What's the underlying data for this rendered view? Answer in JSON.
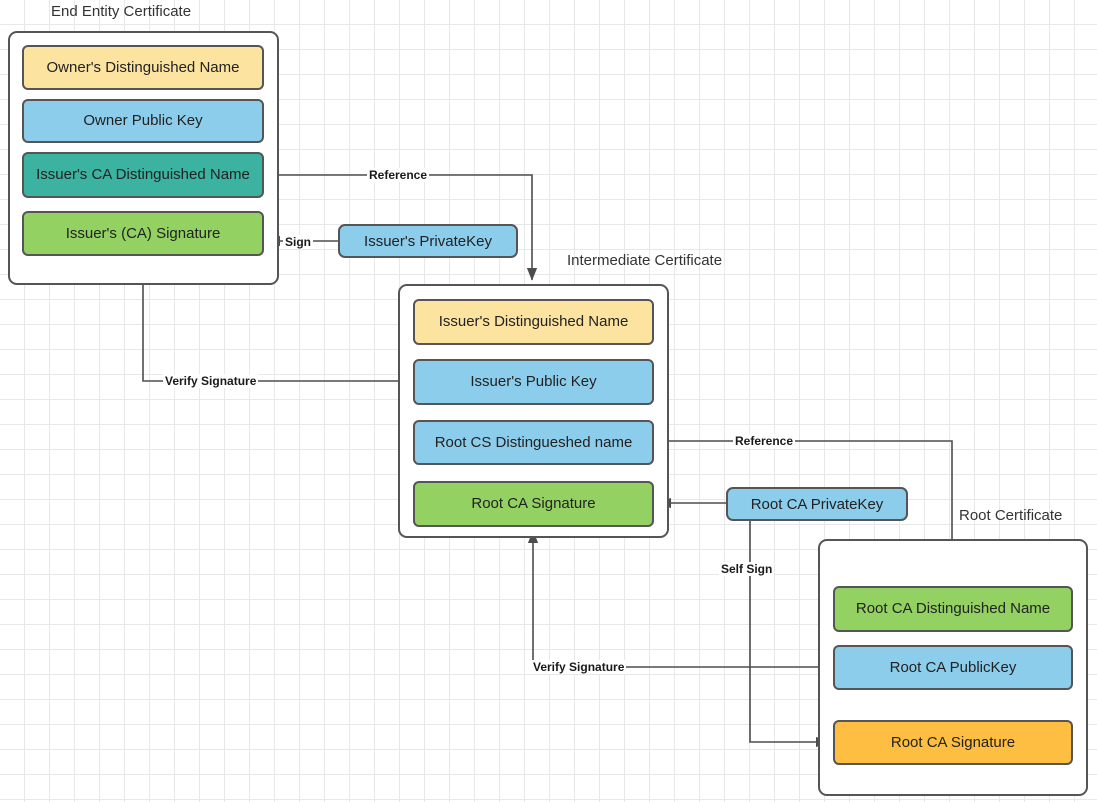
{
  "diagram": {
    "title_end_entity": "End Entity Certificate",
    "title_intermediate": "Intermediate Certificate",
    "title_root": "Root Certificate",
    "colors": {
      "yellow": "#FCE3A0",
      "blue": "#8CCDEC",
      "teal": "#3CB2A0",
      "green": "#92D162",
      "orange": "#FDBE42",
      "stroke": "#555555",
      "text": "#222222",
      "grid_minor": "#e8e8e8",
      "grid_major": "#cfcfcf"
    }
  },
  "end_entity_certificate": {
    "label": "End Entity Certificate",
    "fields": [
      {
        "text": "Owner's Distinguished Name",
        "color": "#FCE3A0"
      },
      {
        "text": "Owner Public  Key",
        "color": "#8CCDEC"
      },
      {
        "text": "Issuer's CA Distinguished Name",
        "color": "#3CB2A0"
      },
      {
        "text": "Issuer's (CA) Signature",
        "color": "#92D162"
      }
    ]
  },
  "intermediate_certificate": {
    "label": "Intermediate Certificate",
    "fields": [
      {
        "text": "Issuer's Distinguished Name",
        "color": "#FCE3A0"
      },
      {
        "text": "Issuer's Public  Key",
        "color": "#8CCDEC"
      },
      {
        "text": "Root CS Distingueshed name",
        "color": "#8CCDEC"
      },
      {
        "text": "Root CA Signature",
        "color": "#92D162"
      }
    ]
  },
  "root_certificate": {
    "label": "Root Certificate",
    "fields": [
      {
        "text": "Root CA Distinguished Name",
        "color": "#92D162"
      },
      {
        "text": "Root CA PublicKey",
        "color": "#8CCDEC"
      },
      {
        "text": "Root CA Signature",
        "color": "#FDBE42"
      }
    ]
  },
  "keys": [
    {
      "text": "Issuer's PrivateKey",
      "color": "#8CCDEC"
    },
    {
      "text": "Root CA PrivateKey",
      "color": "#8CCDEC"
    }
  ],
  "edge_labels": {
    "reference_top": "Reference",
    "sign": "Sign",
    "verify_signature_top": "Verify Signature",
    "reference_bottom": "Reference",
    "self_sign": "Self Sign",
    "verify_signature_bottom": "Verify Signature"
  }
}
